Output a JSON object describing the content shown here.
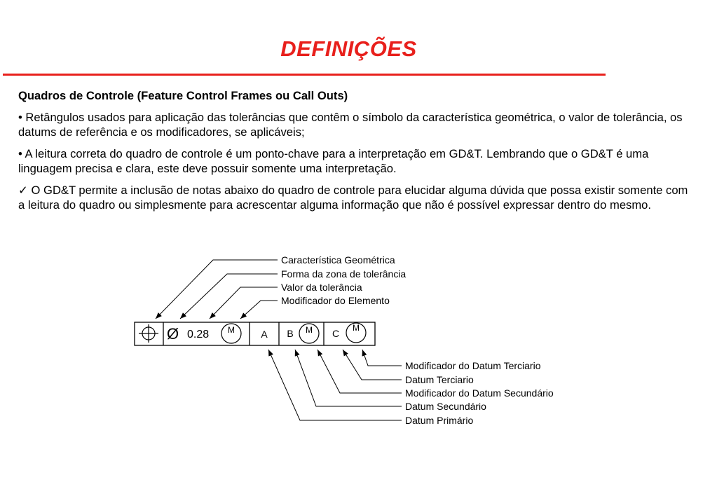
{
  "title": "DEFINIÇÕES",
  "heading": "Quadros de Controle (Feature Control Frames ou Call Outs)",
  "paragraphs": [
    "• Retângulos usados para aplicação das tolerâncias que contêm o símbolo da característica geométrica, o valor de tolerância, os datums de referência e os modificadores, se aplicáveis;",
    "• A leitura correta do quadro de controle é um ponto-chave para a interpretação em GD&T. Lembrando que o GD&T é uma linguagem precisa e clara, este deve possuir somente uma interpretação.",
    "✓ O GD&T permite a inclusão de notas abaixo do quadro de controle para elucidar alguma dúvida que possa existir somente com a leitura do quadro ou simplesmente para acrescentar alguma informação que não é possível expressar dentro do mesmo."
  ],
  "frame": {
    "diameter_symbol": "Ø",
    "tolerance_value": "0.28",
    "modifier_tol": "M",
    "datum_a": "A",
    "datum_b": "B",
    "modifier_b": "M",
    "datum_c": "C",
    "modifier_c": "M"
  },
  "labels_top": [
    "Característica Geométrica",
    "Forma da zona de tolerância",
    "Valor da tolerância",
    "Modificador do Elemento"
  ],
  "labels_bottom": [
    "Modificador do Datum Terciario",
    "Datum Terciario",
    "Modificador do Datum Secundário",
    "Datum Secundário",
    "Datum Primário"
  ]
}
